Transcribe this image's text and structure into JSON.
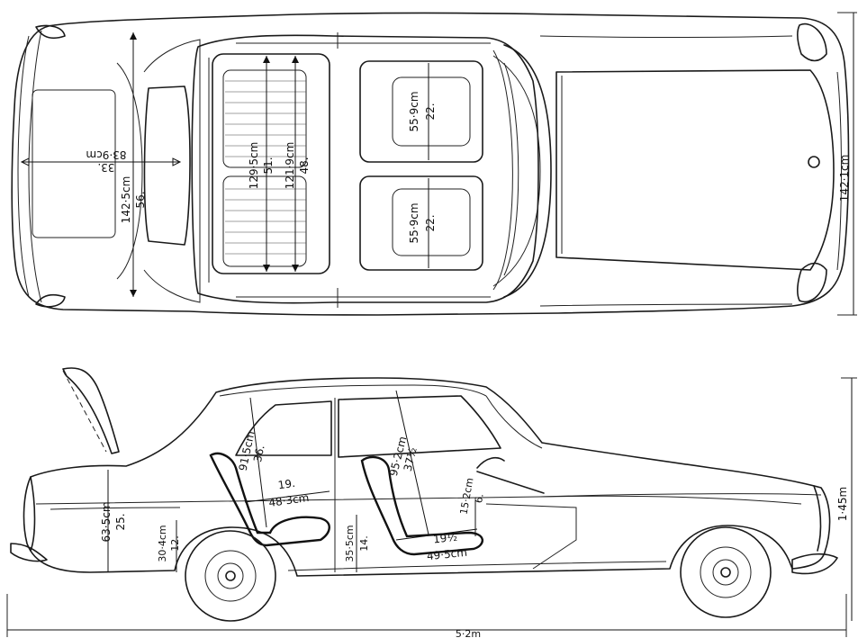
{
  "top_view": {
    "width_front_in": "33.",
    "width_front_cm": "83·9cm",
    "length_bonnet_in": "56.",
    "length_bonnet_cm": "142·5cm",
    "rear_seat_width_in": "51.",
    "rear_seat_width_cm": "129·5cm",
    "rear_seat_width2_in": "48.",
    "rear_seat_width2_cm": "121·9cm",
    "front_seat_upper_in": "22.",
    "front_seat_upper_cm": "55·9cm",
    "front_seat_lower_in": "22.",
    "front_seat_lower_cm": "55·9cm",
    "overall_width_cm": "142·1cm"
  },
  "side_view": {
    "boot_height_in": "25.",
    "boot_height_cm": "63·5cm",
    "bumper_height_in": "12.",
    "bumper_height_cm": "30·4cm",
    "rear_headroom_in": "36.",
    "rear_headroom_cm": "91·5cm",
    "rear_legroom_in": "19.",
    "rear_legroom_cm": "48·3cm",
    "floor_height_in": "14.",
    "floor_height_cm": "35·5cm",
    "front_headroom_in": "37½",
    "front_headroom_cm": "95·2cm",
    "front_legroom_in": "19½",
    "front_legroom_cm": "49·5cm",
    "front_seat_height_in": "6.",
    "front_seat_height_cm": "15·2cm",
    "overall_height_cm": "1·45m",
    "overall_length_label": "5·2m"
  }
}
